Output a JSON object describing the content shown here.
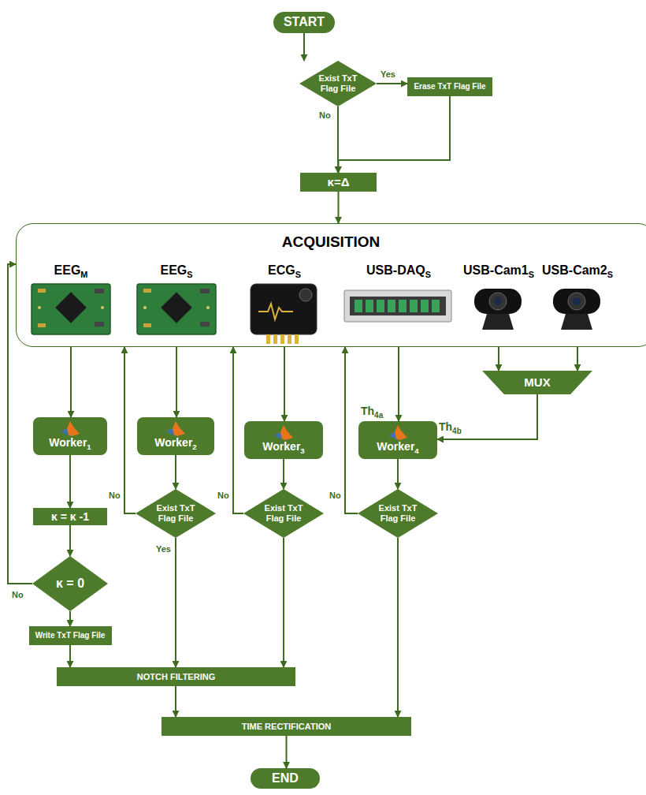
{
  "diagram": {
    "nodes": [
      {
        "text": [
          "START"
        ]
      },
      {
        "text": [
          "Exist TxT Flag File"
        ]
      },
      {
        "text": [
          "Erase TxT Flag File"
        ]
      },
      {
        "text": [
          "κ=Δ"
        ]
      },
      {
        "text": [
          "ACQUISITION"
        ]
      },
      {
        "text": [
          "EEG",
          "M"
        ],
        "in": 4
      },
      {
        "text": [
          "EEG",
          "S"
        ],
        "in": 4
      },
      {
        "text": [
          "ECG",
          "S"
        ],
        "in": 4
      },
      {
        "text": [
          "USB-DAQ",
          "S"
        ],
        "in": 4
      },
      {
        "text": [
          "USB-Cam1",
          "S"
        ],
        "in": 4
      },
      {
        "text": [
          "USB-Cam2",
          "S"
        ],
        "in": 4
      },
      {
        "text": [
          "MUX"
        ]
      },
      {
        "text": [
          "Worker",
          "1"
        ]
      },
      {
        "text": [
          "Worker",
          "2"
        ]
      },
      {
        "text": [
          "Worker",
          "3"
        ]
      },
      {
        "text": [
          "Worker",
          "4"
        ]
      },
      {
        "text": [
          "κ = κ -1"
        ]
      },
      {
        "text": [
          "κ = 0"
        ]
      },
      {
        "text": [
          "Write TxT Flag File"
        ]
      },
      {
        "text": [
          "Exist TxT Flag File"
        ]
      },
      {
        "text": [
          "Exist TxT Flag File"
        ]
      },
      {
        "text": [
          "Exist TxT Flag File"
        ]
      },
      {
        "text": [
          "NOTCH FILTERING"
        ]
      },
      {
        "text": [
          "TIME RECTIFICATION"
        ]
      },
      {
        "text": [
          "END"
        ]
      }
    ],
    "edges": [
      {
        "from": 0,
        "to": 1,
        "arrow": "to"
      },
      {
        "from": 1,
        "to": 2,
        "label": "Yes",
        "arrow": "to"
      },
      {
        "from": 1,
        "to": 3,
        "label": "No",
        "arrow": "to"
      },
      {
        "from": 2,
        "to": 3,
        "arrow": "to"
      },
      {
        "from": 3,
        "to": 4,
        "arrow": "to"
      },
      {
        "from": 5,
        "to": 12,
        "arrow": "to"
      },
      {
        "from": 6,
        "to": 13,
        "arrow": "to"
      },
      {
        "from": 7,
        "to": 14,
        "arrow": "to"
      },
      {
        "from": 8,
        "to": 15,
        "arrow": "to"
      },
      {
        "from": 9,
        "to": 11,
        "arrow": "to"
      },
      {
        "from": 10,
        "to": 11,
        "arrow": "to"
      },
      {
        "from": 11,
        "to": 15,
        "arrow": "to"
      },
      {
        "from": 12,
        "to": 16,
        "arrow": "to"
      },
      {
        "from": 16,
        "to": 17,
        "arrow": "to"
      },
      {
        "from": 17,
        "to": 4,
        "label": "No",
        "arrow": "to"
      },
      {
        "from": 17,
        "to": 18,
        "arrow": "to"
      },
      {
        "from": 13,
        "to": 19,
        "arrow": "to"
      },
      {
        "from": 19,
        "to": 4,
        "label": "No",
        "arrow": "to"
      },
      {
        "from": 19,
        "to": 22,
        "label": "Yes",
        "arrow": "to"
      },
      {
        "from": 14,
        "to": 20,
        "arrow": "to"
      },
      {
        "from": 20,
        "to": 4,
        "label": "No",
        "arrow": "to"
      },
      {
        "from": 20,
        "to": 22,
        "arrow": "to"
      },
      {
        "from": 15,
        "to": 21,
        "arrow": "to"
      },
      {
        "from": 21,
        "to": 4,
        "label": "No",
        "arrow": "to"
      },
      {
        "from": 21,
        "to": 23,
        "arrow": "to"
      },
      {
        "from": 18,
        "to": 22,
        "arrow": "to"
      },
      {
        "from": 22,
        "to": 23,
        "arrow": "to"
      },
      {
        "from": 23,
        "to": 24,
        "arrow": "to"
      }
    ],
    "labels": [
      "Th",
      "4a",
      "Th",
      "4b"
    ]
  }
}
